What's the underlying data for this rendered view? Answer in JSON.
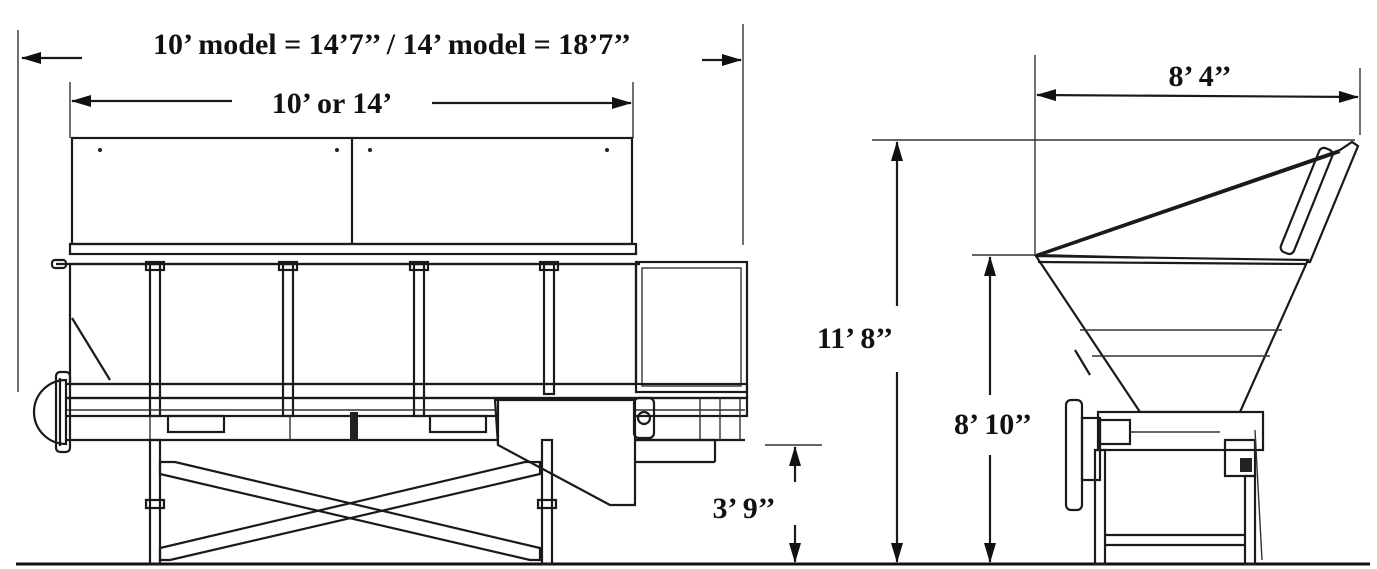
{
  "dimensions": {
    "overall_length": "10’ model = 14’7’’ / 14’ model = 18’7’’",
    "hopper_length": "10’ or 14’",
    "side_width": "8’ 4’’",
    "total_height": "11’ 8’’",
    "hopper_height": "8’  10’’",
    "discharge_height": "3’ 9’’"
  },
  "colors": {
    "ink": "#111111",
    "paper": "#ffffff"
  }
}
